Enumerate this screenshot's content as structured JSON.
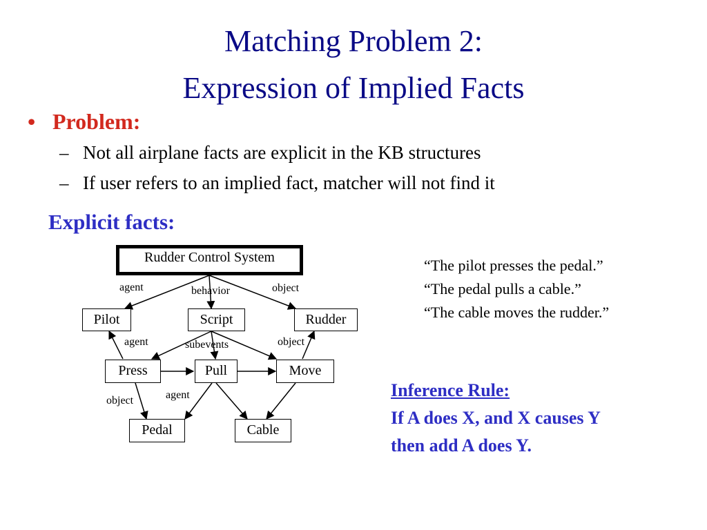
{
  "slide": {
    "title_line1": "Matching Problem 2:",
    "title_line2": "Expression of Implied Facts",
    "bullet_marker": "•",
    "bullet": "Problem:",
    "sub_marker": "–",
    "sub_items": [
      "Not all airplane facts are explicit in the KB structures",
      "If user refers to an implied fact, matcher will not find it"
    ],
    "explicit_heading": "Explicit facts:"
  },
  "diagram": {
    "nodes": {
      "root": "Rudder Control System",
      "pilot": "Pilot",
      "script": "Script",
      "rudder": "Rudder",
      "press": "Press",
      "pull": "Pull",
      "move": "Move",
      "pedal": "Pedal",
      "cable": "Cable"
    },
    "edge_labels": {
      "root_agent": "agent",
      "root_behavior": "behavior",
      "root_object": "object",
      "press_agent": "agent",
      "script_subevents": "subevents",
      "move_object": "object",
      "press_object": "object",
      "pull_agent": "agent"
    }
  },
  "quotes": [
    "“The pilot presses the pedal.”",
    "“The pedal pulls a cable.”",
    "“The cable moves the rudder.”"
  ],
  "inference": {
    "heading": "Inference Rule:",
    "line1": "If A does X, and X causes Y",
    "line2": "then add A does Y."
  }
}
